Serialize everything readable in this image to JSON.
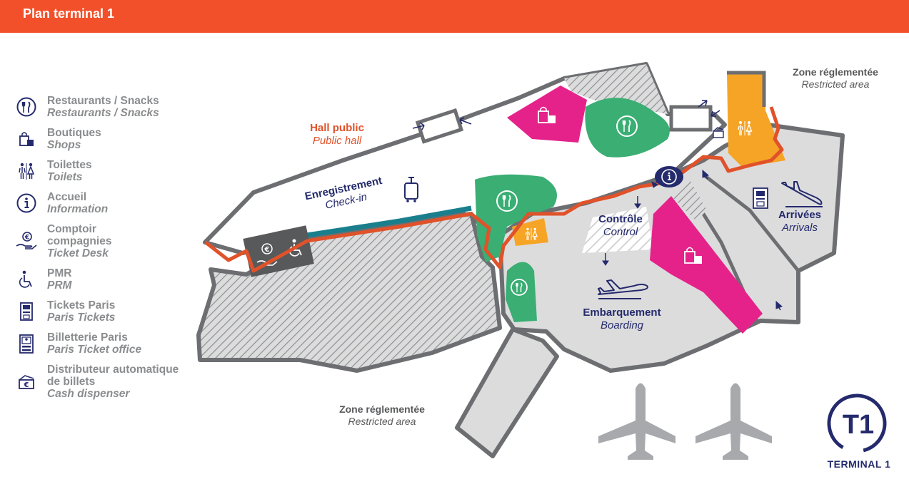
{
  "header": {
    "title": "Plan terminal 1"
  },
  "colors": {
    "header": "#f2502a",
    "restaurant": "#3aae73",
    "shop": "#e5228a",
    "toilet": "#f6a425",
    "info": "#242a6c",
    "public_path": "#e0522a",
    "checkin_band": "#1a7f8c",
    "restricted_fill": "#dcdcdd",
    "outline": "#6d6e71",
    "plane": "#a7a9ac"
  },
  "legend": [
    {
      "fr": "Restaurants / Snacks",
      "en": "Restaurants / Snacks",
      "icon": "fork-knife-icon"
    },
    {
      "fr": "Boutiques",
      "en": "Shops",
      "icon": "shopping-bag-icon"
    },
    {
      "fr": "Toilettes",
      "en": "Toilets",
      "icon": "toilets-icon"
    },
    {
      "fr": "Accueil",
      "en": "Information",
      "icon": "info-icon"
    },
    {
      "fr": "Comptoir\ncompagnies",
      "en": "Ticket Desk",
      "icon": "ticket-desk-icon"
    },
    {
      "fr": "PMR",
      "en": "PRM",
      "icon": "wheelchair-icon"
    },
    {
      "fr": "Tickets Paris",
      "en": "Paris Tickets",
      "icon": "ticket-machine-icon"
    },
    {
      "fr": "Billetterie Paris",
      "en": "Paris Ticket office",
      "icon": "ticket-office-icon"
    },
    {
      "fr": "Distributeur automatique\nde billets",
      "en": "Cash dispenser",
      "icon": "cash-dispenser-icon"
    }
  ],
  "map": {
    "hall_public": {
      "fr": "Hall public",
      "en": "Public hall"
    },
    "checkin": {
      "fr": "Enregistrement",
      "en": "Check-in"
    },
    "control": {
      "fr": "Contrôle",
      "en": "Control"
    },
    "boarding": {
      "fr": "Embarquement",
      "en": "Boarding"
    },
    "arrivals": {
      "fr": "Arrivées",
      "en": "Arrivals"
    },
    "restricted_top": {
      "fr": "Zone réglementée",
      "en": "Restricted area"
    },
    "restricted_bottom": {
      "fr": "Zone réglementée",
      "en": "Restricted area"
    },
    "terminal": {
      "badge": "T1",
      "label": "TERMINAL 1"
    }
  }
}
